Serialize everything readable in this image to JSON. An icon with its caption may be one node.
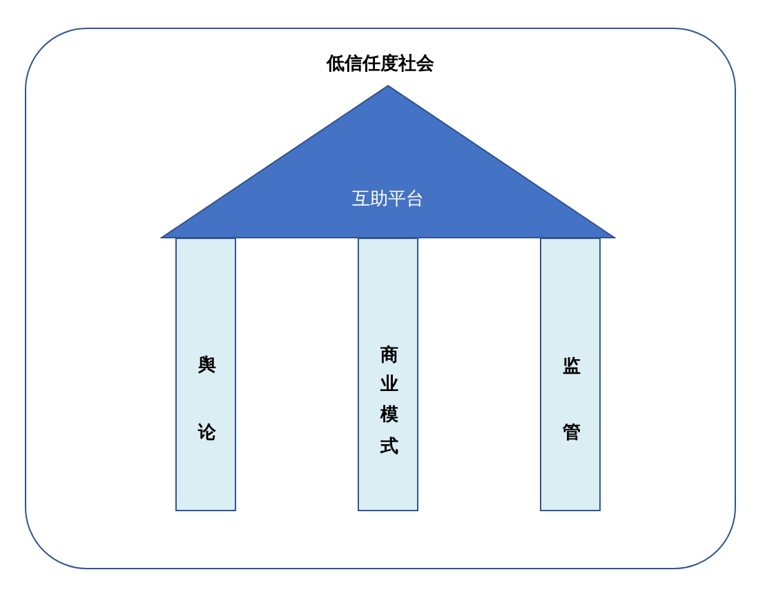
{
  "diagram": {
    "nodes": [
      {
        "text": [
          "低信任度社会"
        ]
      },
      {
        "text": [
          "互助平台"
        ],
        "in": 0
      },
      {
        "text": [
          "舆论"
        ],
        "in": 0
      },
      {
        "text": [
          "商业模式"
        ],
        "in": 0
      },
      {
        "text": [
          "监管"
        ],
        "in": 0
      }
    ]
  }
}
